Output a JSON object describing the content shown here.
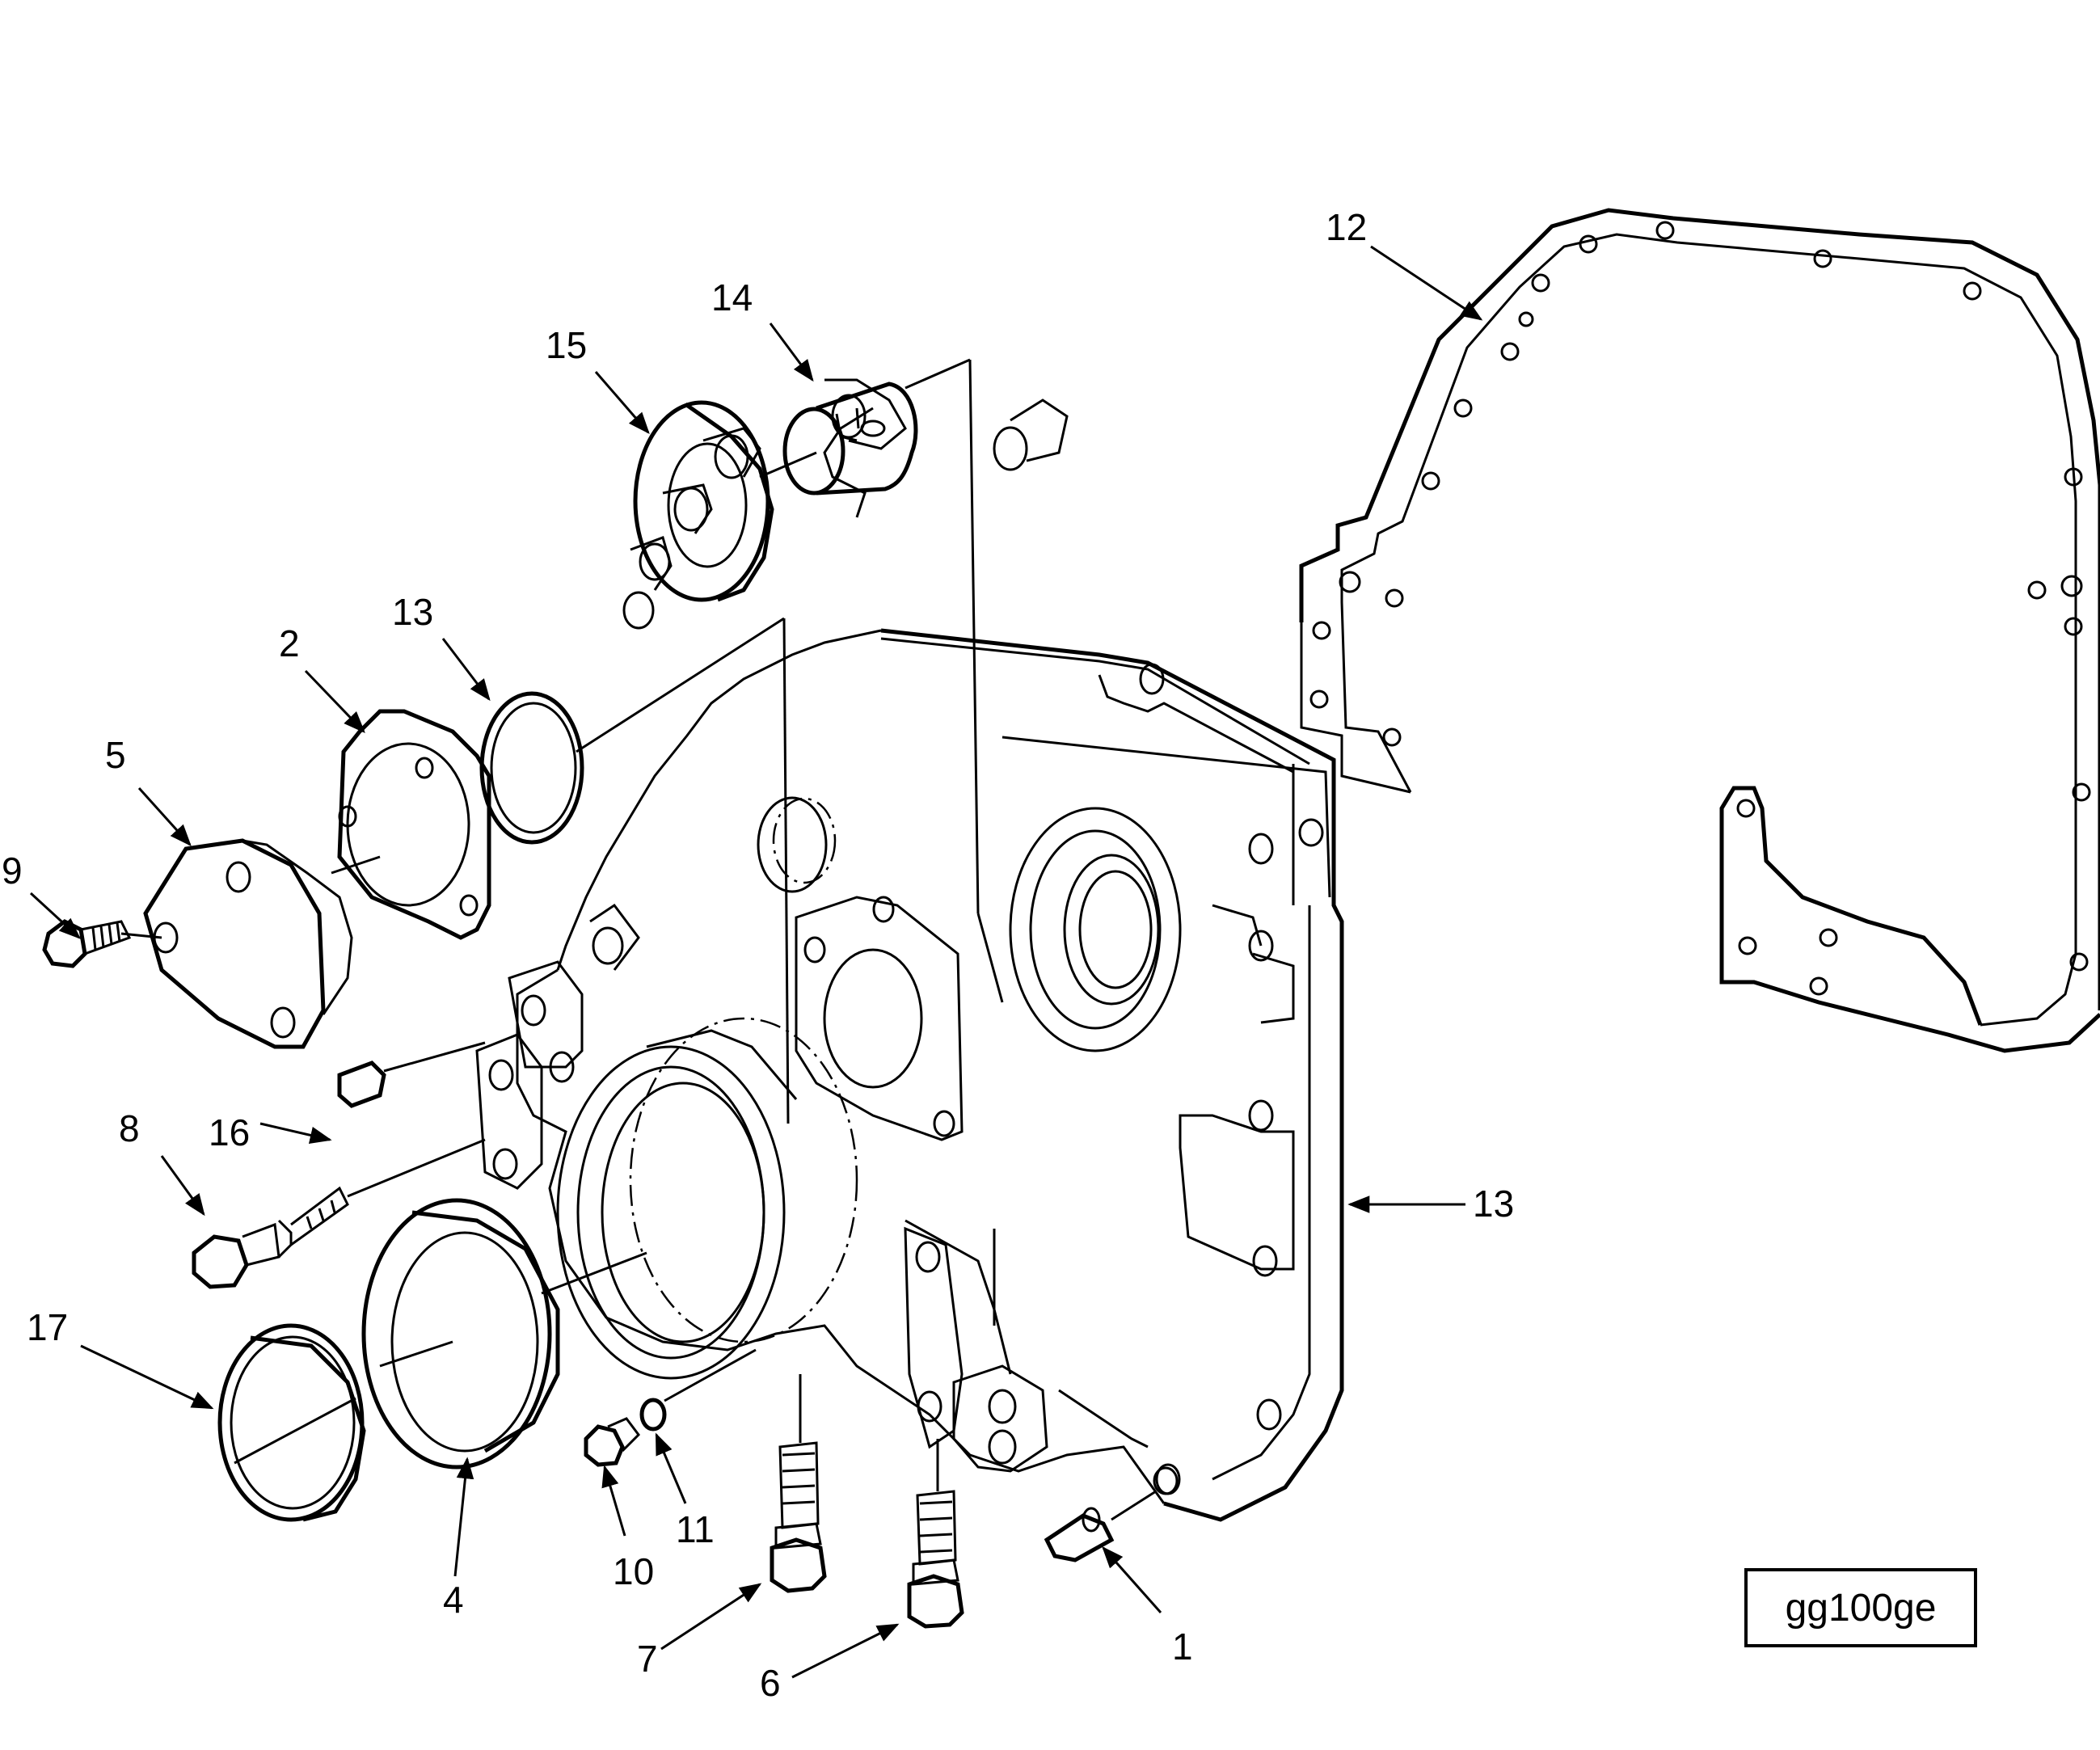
{
  "drawing_code": "gg100ge",
  "callouts": [
    {
      "id": "c1",
      "text": "1"
    },
    {
      "id": "c2",
      "text": "2"
    },
    {
      "id": "c4",
      "text": "4"
    },
    {
      "id": "c5",
      "text": "5"
    },
    {
      "id": "c6",
      "text": "6"
    },
    {
      "id": "c7",
      "text": "7"
    },
    {
      "id": "c8",
      "text": "8"
    },
    {
      "id": "c9",
      "text": "9"
    },
    {
      "id": "c10",
      "text": "10"
    },
    {
      "id": "c11",
      "text": "11"
    },
    {
      "id": "c12",
      "text": "12"
    },
    {
      "id": "c13a",
      "text": "13"
    },
    {
      "id": "c13b",
      "text": "13"
    },
    {
      "id": "c14",
      "text": "14"
    },
    {
      "id": "c15",
      "text": "15"
    },
    {
      "id": "c16",
      "text": "16"
    },
    {
      "id": "c17",
      "text": "17"
    }
  ]
}
